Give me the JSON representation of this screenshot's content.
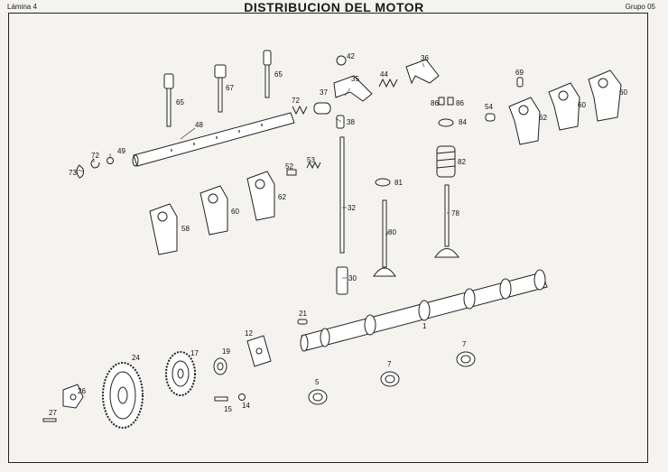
{
  "header": {
    "left_label": "Lámina 4",
    "title": "DISTRIBUCION DEL MOTOR",
    "right_label": "Grupo 05"
  },
  "callouts": [
    "1",
    "5",
    "7",
    "7",
    "12",
    "14",
    "15",
    "17",
    "19",
    "21",
    "24",
    "26",
    "27",
    "30",
    "32",
    "35",
    "36",
    "37",
    "38",
    "42",
    "44",
    "48",
    "49",
    "52",
    "53",
    "54",
    "58",
    "60",
    "60",
    "60",
    "62",
    "62",
    "65",
    "65",
    "67",
    "69",
    "72",
    "72",
    "73",
    "78",
    "80",
    "81",
    "82",
    "84",
    "86",
    "86"
  ]
}
